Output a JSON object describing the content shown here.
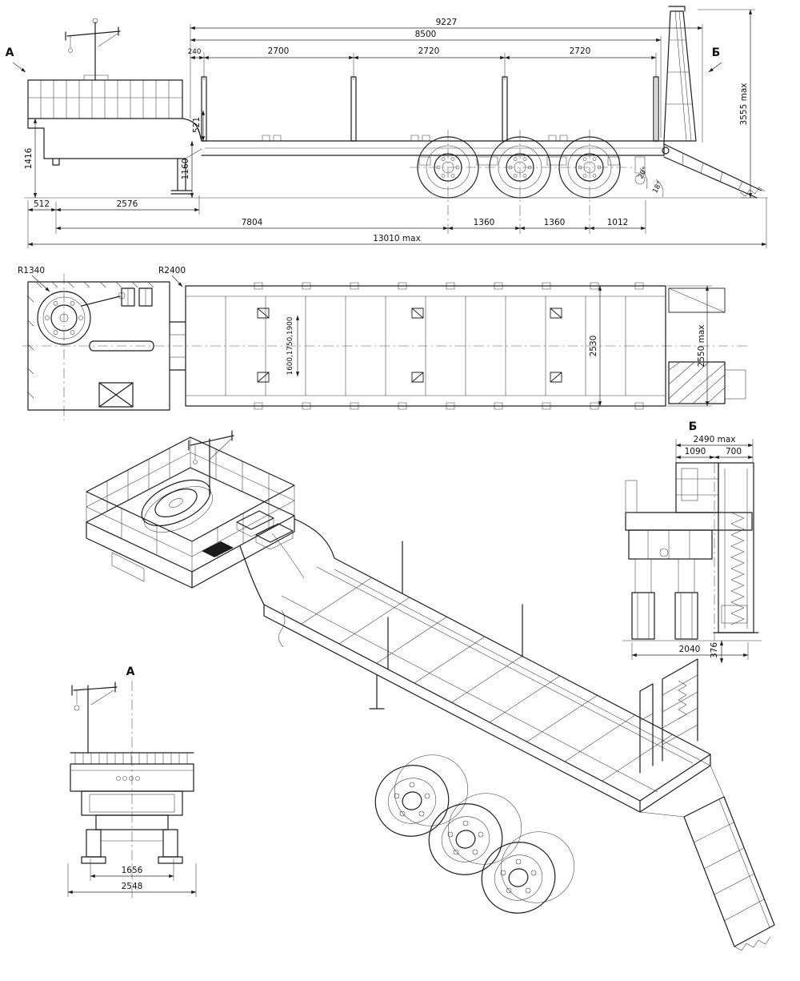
{
  "side": {
    "marker_left": "А",
    "marker_right": "Б",
    "d9227": "9227",
    "d8500": "8500",
    "d240": "240",
    "d2700": "2700",
    "d2720a": "2720",
    "d2720b": "2720",
    "d3555": "3555 max",
    "d521": "521",
    "d1416": "1416",
    "d1160": "1160",
    "d512": "512",
    "d2576": "2576",
    "d7804": "7804",
    "d1360a": "1360",
    "d1360b": "1360",
    "d1012": "1012",
    "d13010": "13010 max",
    "a20": "20°",
    "a18": "18°"
  },
  "plan": {
    "r1340": "R1340",
    "r2400": "R2400",
    "d2530": "2530",
    "d2550": "2550 max",
    "stake_widths": "1600,1750,1900"
  },
  "rear": {
    "marker": "Б",
    "d2490": "2490 max",
    "d1090": "1090",
    "d700": "700",
    "d2040": "2040",
    "d376": "376"
  },
  "front": {
    "marker": "А",
    "d1656": "1656",
    "d2548": "2548"
  }
}
